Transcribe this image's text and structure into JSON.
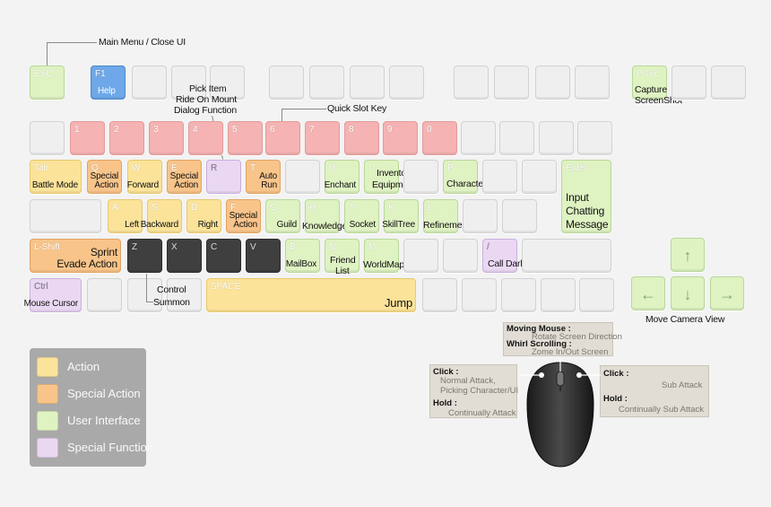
{
  "callouts": {
    "main_menu": "Main Menu / Close UI",
    "pick_item": "Pick Item",
    "ride_mount": "Ride On Mount",
    "dialog": "Dialog Function",
    "quick_slot": "Quick Slot Key",
    "control_summon_1": "Control",
    "control_summon_2": "Summon",
    "move_camera": "Move Camera View"
  },
  "keys": {
    "esc": "ESC",
    "f1": "F1",
    "f1_fn": "Help",
    "prtsc": "PrtSc",
    "prtsc_fn1": "Capture",
    "prtsc_fn2": "ScreenShot",
    "n1": "1",
    "n2": "2",
    "n3": "3",
    "n4": "4",
    "n5": "5",
    "n6": "6",
    "n7": "7",
    "n8": "8",
    "n9": "9",
    "n0": "0",
    "tab": "Tab",
    "tab_fn": "Battle Mode",
    "q": "Q",
    "q_fn1": "Special",
    "q_fn2": "Action",
    "w": "W",
    "w_fn": "Forward",
    "e": "E",
    "e_fn1": "Special",
    "e_fn2": "Action",
    "r": "R",
    "t": "T",
    "t_fn1": "Auto",
    "t_fn2": "Run",
    "u": "U",
    "u_fn": "Enchant",
    "i": "I",
    "i_fn1": "Inventory",
    "i_fn2": "Equipment",
    "p": "P",
    "p_fn": "Character Info",
    "enter": "Enter",
    "enter_fn1": "Input",
    "enter_fn2": "Chatting",
    "enter_fn3": "Message",
    "a": "A",
    "a_fn": "Left",
    "s": "S",
    "s_fn": "Backward",
    "d": "D",
    "d_fn": "Right",
    "f": "F",
    "f_fn1": "Special",
    "f_fn2": "Action",
    "g": "G",
    "g_fn": "Guild",
    "h": "H",
    "h_fn": "Knowledge",
    "j": "J",
    "j_fn": "Socket",
    "k": "K",
    "k_fn": "SkillTree",
    "l": "L",
    "l_fn": "Refinement",
    "lshift": "L-Shift",
    "lshift_fn1": "Sprint",
    "lshift_fn2": "Evade Action",
    "z": "Z",
    "x": "X",
    "c": "C",
    "v": "V",
    "b": "B",
    "b_fn": "MailBox",
    "n": "N",
    "n_fn1": "Friend",
    "n_fn2": "List",
    "m": "M",
    "m_fn": "WorldMap",
    "slash": "/",
    "slash_fn": "Call DarkSprit",
    "ctrl": "Ctrl",
    "ctrl_fn": "Mouse Cursor",
    "space": "SPACE",
    "space_fn": "Jump",
    "up": "↑",
    "left": "←",
    "down": "↓",
    "right": "→"
  },
  "legend": [
    {
      "label": "Action",
      "color": "#fbe39a"
    },
    {
      "label": "Special Action",
      "color": "#f8c48a"
    },
    {
      "label": "User Interface",
      "color": "#dff2c2"
    },
    {
      "label": "Special Function",
      "color": "#ead8f3"
    }
  ],
  "mouse": {
    "top_l1": "Moving Mouse :",
    "top_l2": "Rotate Screen Direction",
    "top_l3": "Whirl Scrolling :",
    "top_l4": "Zome In/Out Screen",
    "left_click": "Click :",
    "left_click_1": "Normal Attack,",
    "left_click_2": "Picking Character/UI",
    "left_hold": "Hold :",
    "left_hold_1": "Continually Attack",
    "right_click": "Click :",
    "right_click_1": "Sub Attack",
    "right_hold": "Hold :",
    "right_hold_1": "Continually Sub Attack"
  }
}
